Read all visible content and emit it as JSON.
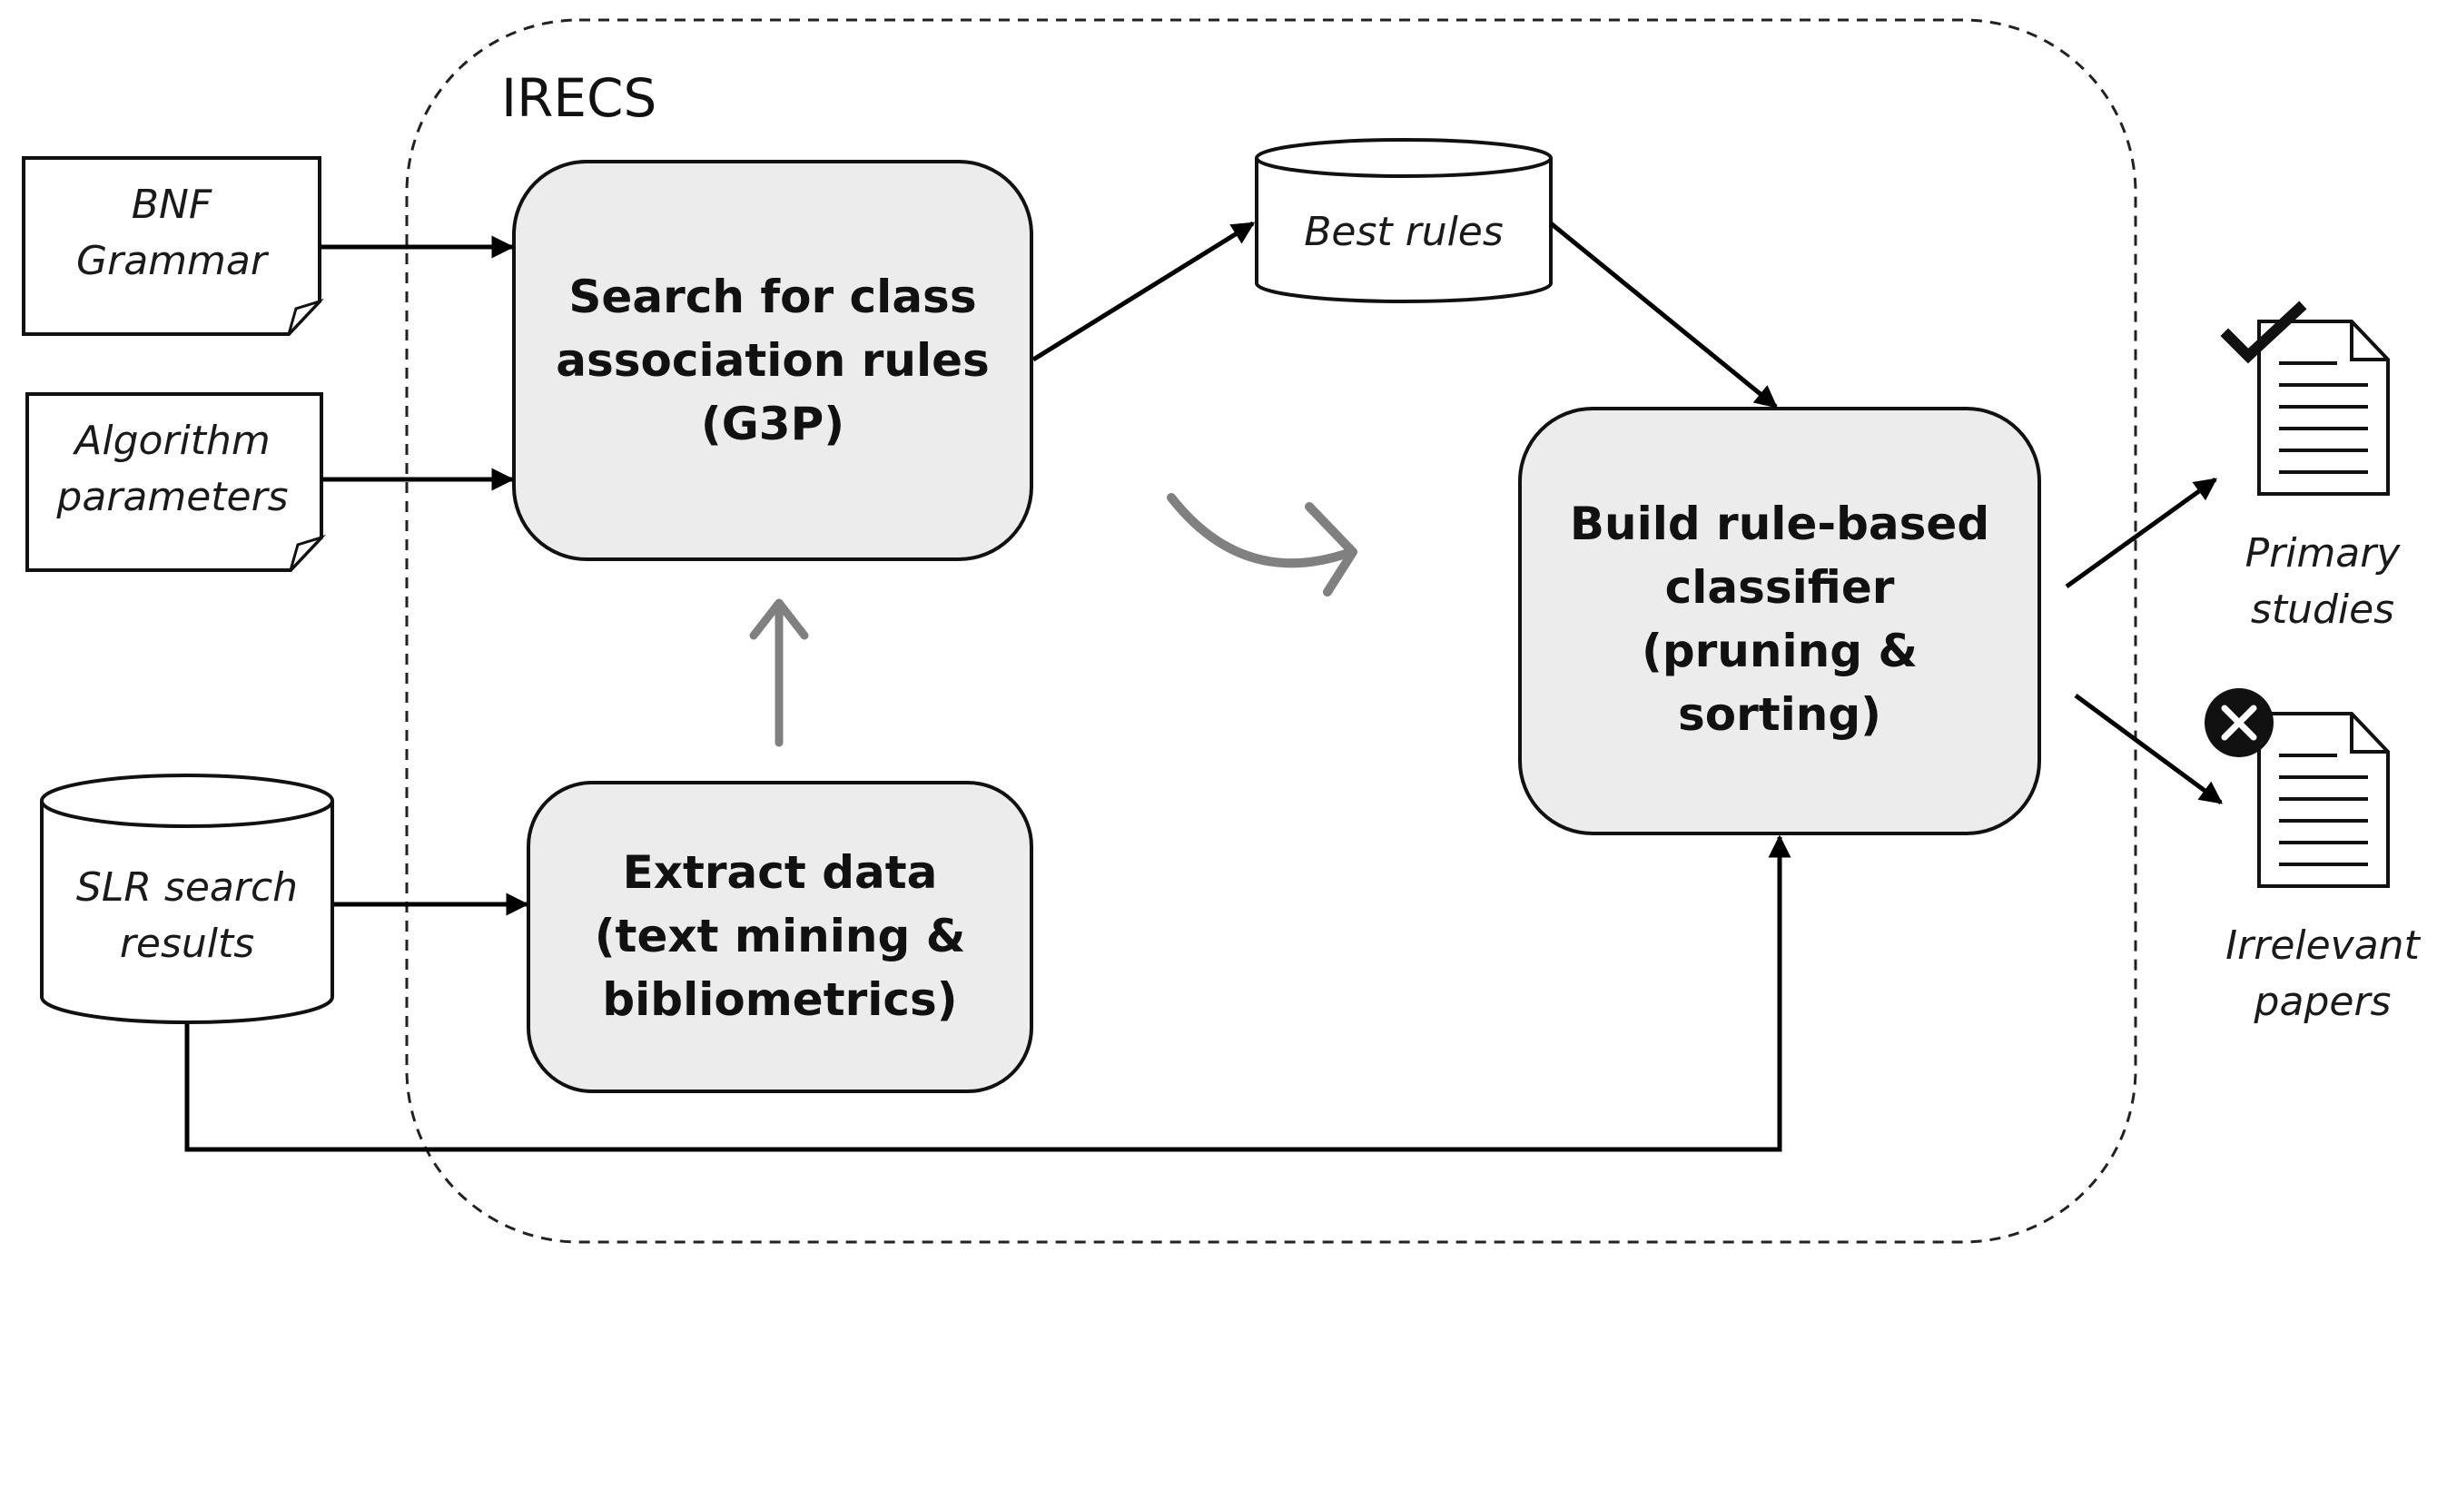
{
  "container": {
    "title": "IRECS"
  },
  "inputs": {
    "bnf": [
      "BNF",
      "Grammar"
    ],
    "params": [
      "Algorithm",
      "parameters"
    ],
    "slr": [
      "SLR search",
      "results"
    ]
  },
  "processes": {
    "search": [
      "Search for class",
      "association rules",
      "(G3P)"
    ],
    "extract": [
      "Extract data",
      "(text mining &",
      "bibliometrics)"
    ],
    "build": [
      "Build rule-based",
      "classifier",
      "(pruning &",
      "sorting)"
    ]
  },
  "stores": {
    "best_rules": "Best rules"
  },
  "outputs": {
    "primary": [
      "Primary",
      "studies"
    ],
    "irrelevant": [
      "Irrelevant",
      "papers"
    ]
  }
}
